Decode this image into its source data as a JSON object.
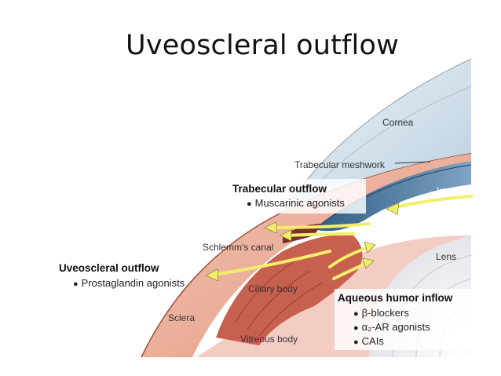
{
  "title": "Uveoscleral outflow",
  "anatomy_labels": {
    "cornea": "Cornea",
    "trabecular_meshwork": "Trabecular meshwork",
    "iris": "Iris",
    "schlemms_canal": "Schlemm's canal",
    "lens": "Lens",
    "ciliary_body": "Ciliary body",
    "sclera": "Sclera",
    "vitreous_body": "Vitreous body"
  },
  "trabecular_outflow": {
    "heading": "Trabecular outflow",
    "items": [
      "Muscarinic agonists"
    ]
  },
  "uveoscleral_outflow": {
    "heading": "Uveoscleral outflow",
    "items": [
      "Prostaglandin agonists"
    ]
  },
  "aqueous_inflow": {
    "heading": "Aqueous humor inflow",
    "items": [
      "β-blockers",
      "α₂-AR agonists",
      "CAIs"
    ]
  },
  "colors": {
    "arrow": "#f3ee6a",
    "sclera": "#e4a08a",
    "ciliary": "#c65a4c",
    "iris": "#3d6f98",
    "cornea": "#c7d9e6"
  }
}
